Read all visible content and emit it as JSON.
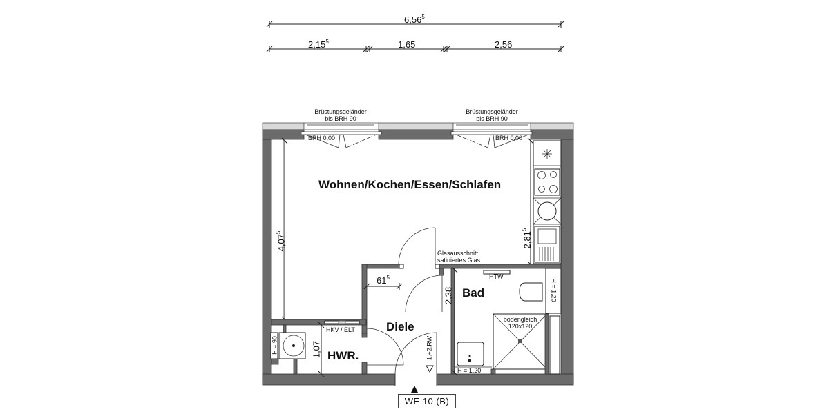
{
  "dimensions": {
    "overall_width": {
      "main": "6,56",
      "sup": "5"
    },
    "segment_1": {
      "main": "2,15",
      "sup": "5"
    },
    "segment_2": {
      "main": "1,65",
      "sup": ""
    },
    "segment_3": {
      "main": "2,56",
      "sup": ""
    },
    "living_height": {
      "main": "4,07",
      "sup": "5"
    },
    "kitchen_height": {
      "main": "2,81",
      "sup": "5"
    },
    "hall_width": {
      "main": "61",
      "sup": "5"
    },
    "bath_height": {
      "main": "2,38",
      "sup": ""
    },
    "utility_height": {
      "main": "1,07",
      "sup": ""
    }
  },
  "rooms": {
    "living": "Wohnen/Kochen/Essen/Schlafen",
    "bath": "Bad",
    "hall": "Diele",
    "utility": "HWR."
  },
  "annotations": {
    "railing_left_line1": "Brüstungsgeländer",
    "railing_left_line2": "bis BRH 90",
    "railing_right_line1": "Brüstungsgeländer",
    "railing_right_line2": "bis BRH 90",
    "sill_left": "BRH 0,00",
    "sill_right": "BRH 0,00",
    "glass_line1": "Glasausschnitt",
    "glass_line2": "satiniertes Glas",
    "towel_radiator": "HTW",
    "shower_line1": "bodengleich",
    "shower_line2": "120x120",
    "wc_height": "H = 1,20",
    "sink_height": "H = 1,20",
    "washer_height": "H = 90",
    "distribution": "HKV / ELT",
    "smoke_detector": "1.+2.RW"
  },
  "unit": {
    "label": "WE 10 (B)"
  },
  "icons": {
    "entry": "entry-arrow-icon",
    "fridge": "freezer-snowflake-icon",
    "stove": "cooktop-icon",
    "sink": "kitchen-sink-icon",
    "dishwasher": "dishwasher-icon"
  },
  "colors": {
    "wall": "#6b6b6b",
    "wall_light": "#d7d7d7",
    "line": "#222222",
    "background": "#ffffff"
  }
}
